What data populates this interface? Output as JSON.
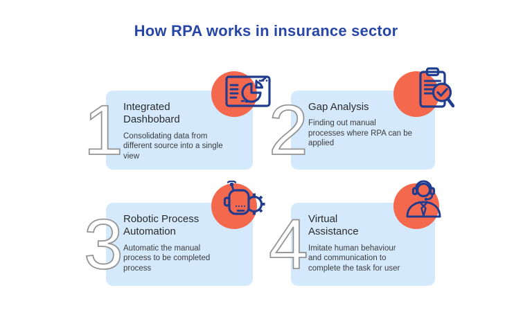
{
  "title": "How RPA works in insurance sector",
  "colors": {
    "heading_blue": "#2746a6",
    "card_background": "#d5e9fc",
    "accent_orange": "#f4694e",
    "icon_line_blue": "#1f3c8f",
    "number_outline_gray": "#949494"
  },
  "steps": [
    {
      "number": "1",
      "icon": "dashboard-pie-browser-icon",
      "title": "Integrated Dashbobard",
      "title_lines": [
        "Integrated",
        "Dashbobard"
      ],
      "description": "Consolidating data from different source into a single view",
      "desc_lines": [
        "Consolidating data from",
        "different source into a single",
        "view"
      ]
    },
    {
      "number": "2",
      "icon": "clipboard-check-magnifier-icon",
      "title": "Gap Analysis",
      "title_lines": [
        "Gap Analysis"
      ],
      "description": "Finding out manual processes where RPA can be applied",
      "desc_lines": [
        "Finding out manual",
        "processes where RPA can be",
        "applied"
      ]
    },
    {
      "number": "3",
      "icon": "robot-gear-icon",
      "title": "Robotic Process Automation",
      "title_lines": [
        "Robotic Process",
        "Automation"
      ],
      "description": "Automatic the manual process to be completed process",
      "desc_lines": [
        "Automatic the manual",
        "process to be completed",
        "process"
      ]
    },
    {
      "number": "4",
      "icon": "headset-support-agent-icon",
      "title": "Virtual Assistance",
      "title_lines": [
        "Virtual",
        "Assistance"
      ],
      "description": "Imitate human behaviour and communication to complete the task for user",
      "desc_lines": [
        "Imitate human behaviour",
        "and communication to",
        "complete the task for user"
      ]
    }
  ]
}
